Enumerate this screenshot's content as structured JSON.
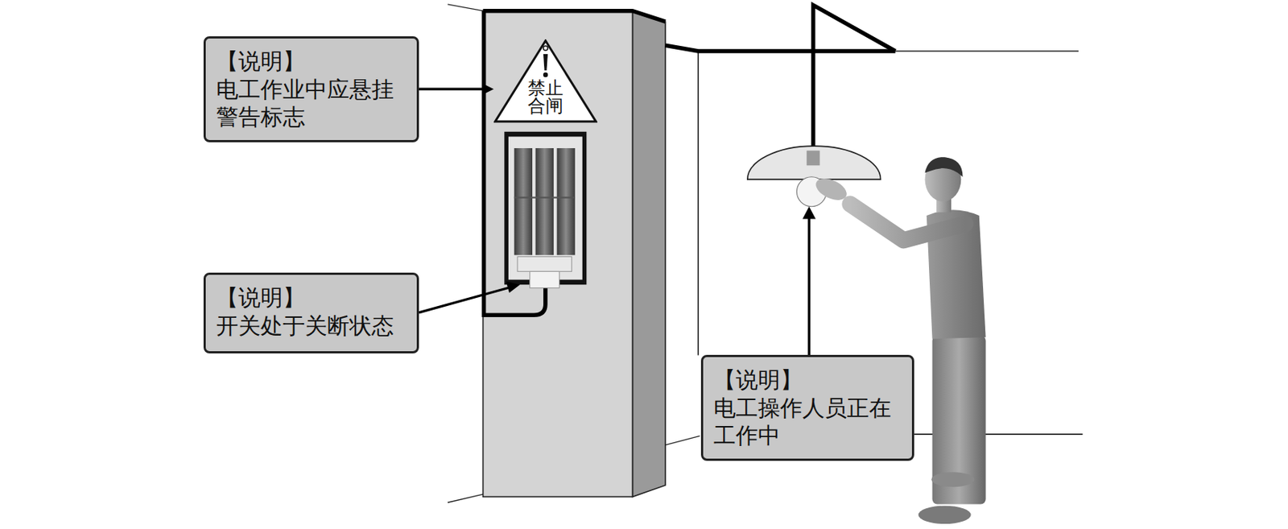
{
  "diagram": {
    "nodes": [
      {
        "text": [
          "【说明】",
          "电工作业中应悬挂警告标志"
        ]
      },
      {
        "text": [
          "禁止 合闸"
        ]
      },
      {
        "text": [
          "【说明】",
          "开关处于关断状态"
        ]
      },
      {
        "text": [
          "【说明】",
          "电工操作人员正在工作中"
        ]
      }
    ],
    "edges": [
      {
        "from": 0,
        "to": 1,
        "arrow": "to"
      }
    ]
  }
}
